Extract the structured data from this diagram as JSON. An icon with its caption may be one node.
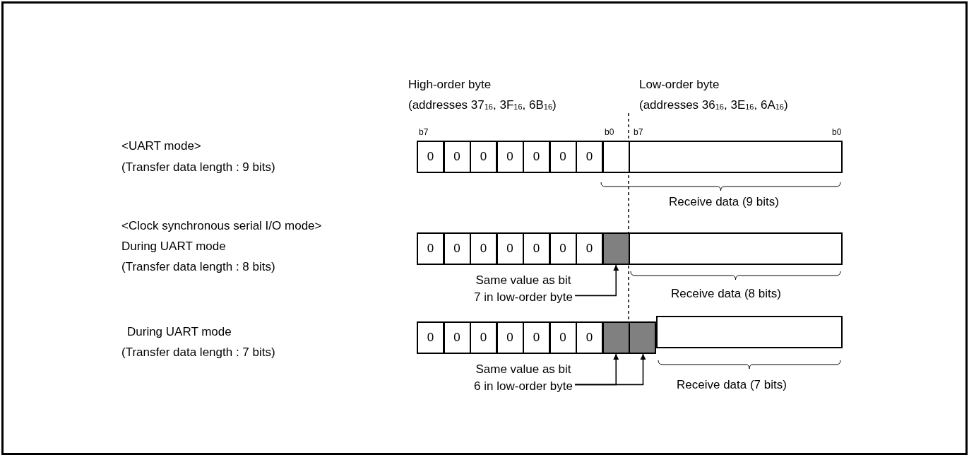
{
  "diagram": {
    "nodes": [
      {
        "text": [
          "0"
        ]
      },
      {
        "text": [
          "0"
        ]
      },
      {
        "text": [
          "0"
        ]
      },
      {
        "text": [
          "0"
        ]
      },
      {
        "text": [
          "0"
        ]
      },
      {
        "text": [
          "0"
        ]
      },
      {
        "text": [
          "0"
        ]
      },
      {
        "text": [],
        "shape": "box"
      },
      {
        "text": [],
        "shape": "box"
      },
      {
        "text": [
          "0"
        ]
      },
      {
        "text": [
          "0"
        ]
      },
      {
        "text": [
          "0"
        ]
      },
      {
        "text": [
          "0"
        ]
      },
      {
        "text": [
          "0"
        ]
      },
      {
        "text": [
          "0"
        ]
      },
      {
        "text": [
          "0"
        ]
      },
      {
        "text": [],
        "shape": "box"
      },
      {
        "text": [],
        "shape": "box"
      },
      {
        "text": [
          "Same value as bit 7 in low-order byte"
        ]
      },
      {
        "text": [
          "0"
        ]
      },
      {
        "text": [
          "0"
        ]
      },
      {
        "text": [
          "0"
        ]
      },
      {
        "text": [
          "0"
        ]
      },
      {
        "text": [
          "0"
        ]
      },
      {
        "text": [
          "0"
        ]
      },
      {
        "text": [
          "0"
        ]
      },
      {
        "text": [],
        "shape": "box"
      },
      {
        "text": [],
        "shape": "box"
      },
      {
        "text": [],
        "shape": "box"
      },
      {
        "text": [
          "Same value as bit 6 in low-order byte"
        ]
      }
    ],
    "edges": [
      {
        "from": 18,
        "to": 16,
        "arrow": "to"
      },
      {
        "from": 29,
        "to": 26,
        "arrow": "to"
      },
      {
        "from": 29,
        "to": 27,
        "arrow": "to"
      }
    ],
    "labels": [
      "High-order byte",
      "(addresses 37$_{16}$, 3F$_{16}$, 6B$_{16}$)",
      "Low-order byte",
      "(addresses 36$_{16}$, 3E$_{16}$, 6A$_{16}$)",
      "b7",
      "b0",
      "b7",
      "b0",
      "<UART mode>",
      "(Transfer data length : 9 bits)",
      "Receive data (9 bits)",
      "<Clock synchronous serial I/O mode>",
      "During UART mode",
      "(Transfer data length : 8 bits)",
      "Receive data (8 bits)",
      "During UART mode",
      "(Transfer data length : 7 bits)",
      "Receive data (7 bits)"
    ]
  }
}
